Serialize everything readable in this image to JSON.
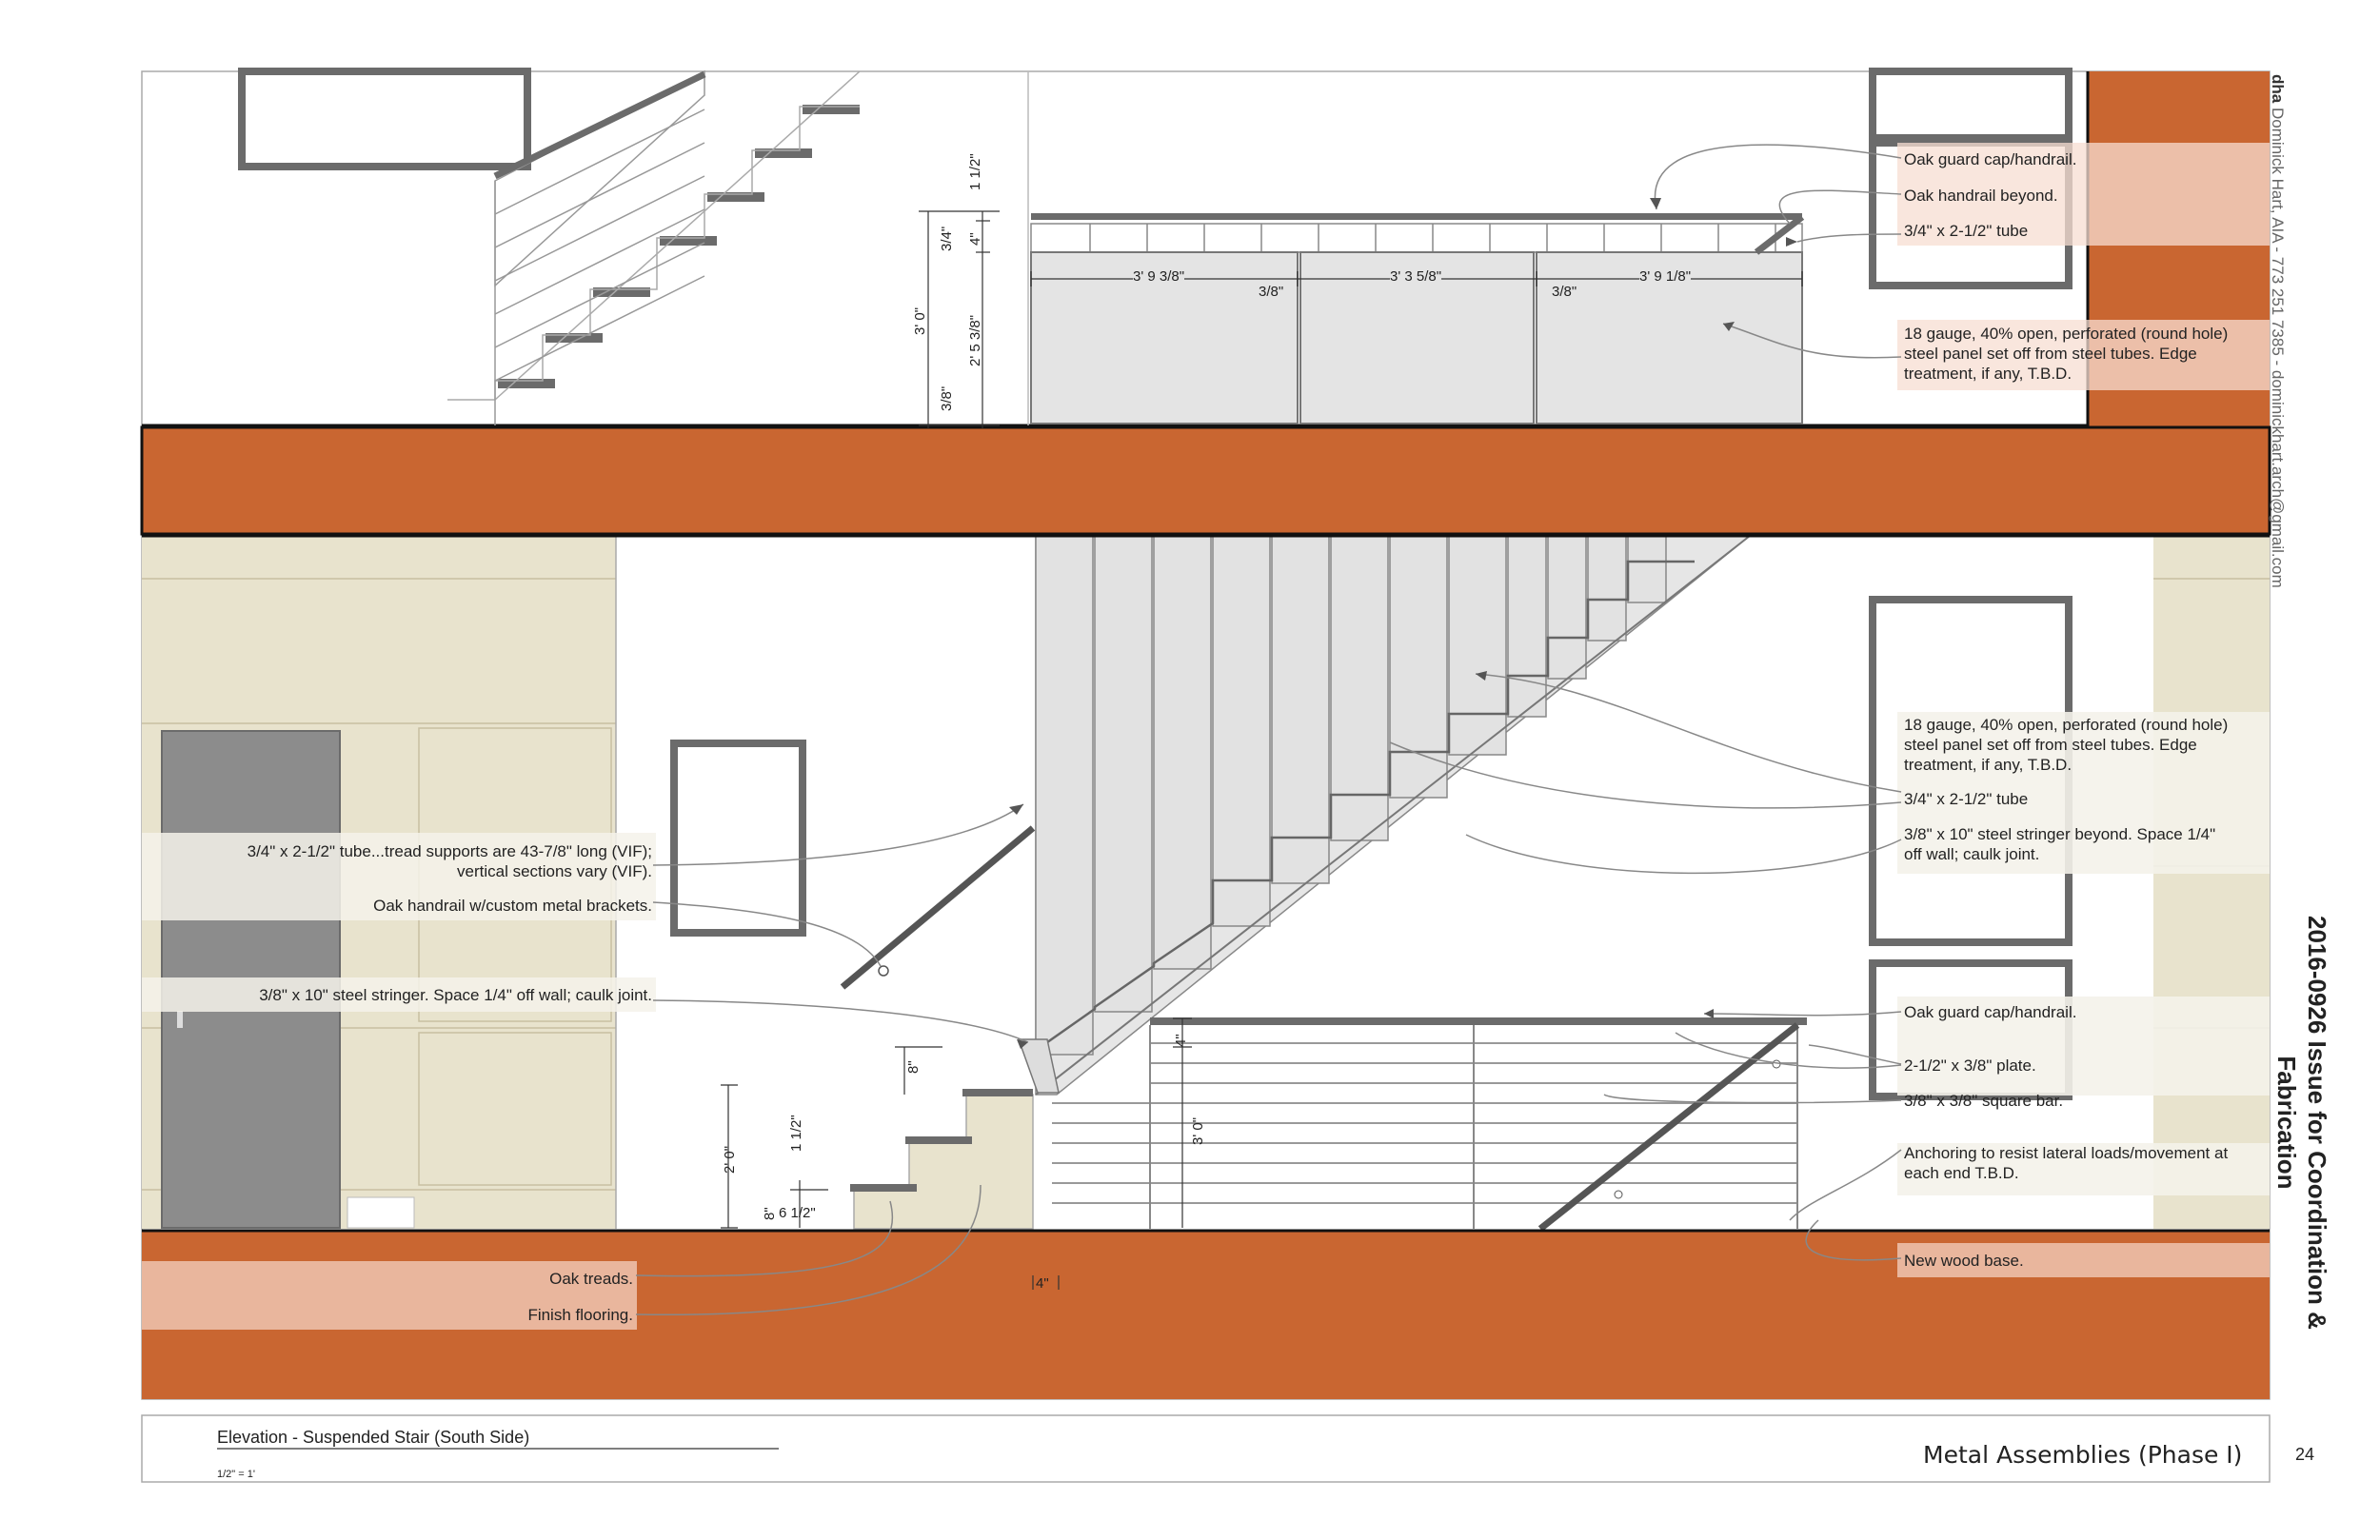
{
  "firm": {
    "mark": "dha",
    "text": "Dominick Hart, AIA - 773 251 7385 - dominickhart.arch@gmail.com"
  },
  "issue": {
    "line1": "2016-0926 Issue for Coordination &",
    "line2": "Fabrication"
  },
  "title_block": {
    "caption": "Elevation - Suspended Stair (South Side)",
    "scale": "1/2\" = 1'",
    "sheet_title": "Metal Assemblies (Phase I)",
    "page_number": "24"
  },
  "colors": {
    "wall": "#c96631",
    "panel": "#e8e3cd",
    "door": "#8c8c8c",
    "steel": "#6b6b6b",
    "callout": "#efc4b0",
    "callout_light": "#f4f2ea"
  },
  "upper_notes": {
    "guard_cap": "Oak guard cap/handrail.",
    "handrail_beyond": "Oak handrail beyond.",
    "tube": "3/4\" x 2-1/2\" tube",
    "panel": "18 gauge, 40% open, perforated (round hole)\nsteel panel set off from steel tubes. Edge\ntreatment, if any, T.B.D."
  },
  "lower_right_notes": {
    "panel": "18 gauge, 40% open, perforated (round hole)\nsteel panel set off from steel tubes. Edge\ntreatment, if any, T.B.D.",
    "tube": "3/4\" x 2-1/2\" tube",
    "stringer_beyond": "3/8\" x 10\" steel stringer beyond. Space 1/4\"\noff wall; caulk joint.",
    "guard_cap": "Oak guard cap/handrail.",
    "plate": "2-1/2\" x 3/8\" plate.",
    "square_bar": "3/8\" x 3/8\" square bar.",
    "anchoring": "Anchoring to resist lateral loads/movement at\neach end T.B.D.",
    "wood_base": "New wood base."
  },
  "lower_left_notes": {
    "tube_supports": "3/4\" x 2-1/2\" tube...tread supports are 43-7/8\" long (VIF);\nvertical sections vary (VIF).",
    "handrail": "Oak handrail w/custom metal brackets.",
    "stringer": "3/8\" x 10\" steel stringer. Space 1/4\" off wall; caulk joint.",
    "oak_treads": "Oak treads.",
    "finish_flooring": "Finish flooring."
  },
  "dimensions": {
    "upper": {
      "panel_widths": [
        "3' 9 3/8\"",
        "3' 3 5/8\"",
        "3' 9 1/8\""
      ],
      "gaps": [
        "3/8\"",
        "3/8\""
      ],
      "rail_height": "3' 0\"",
      "panel_height": "2' 5 3/8\"",
      "cap": "1 1/2\"",
      "tube_depth": "3/4\"",
      "offset": "4\"",
      "base_gap": "3/8\""
    },
    "lower": {
      "riser": "8\"",
      "first_flight": "2' 0\"",
      "tread_nosing": "1 1/2\"",
      "riser_small": "8\"",
      "tread": "6 1/2\"",
      "stringer_offset": "4\"",
      "guard_height": "3' 0\"",
      "cap_offset": "4\""
    }
  }
}
